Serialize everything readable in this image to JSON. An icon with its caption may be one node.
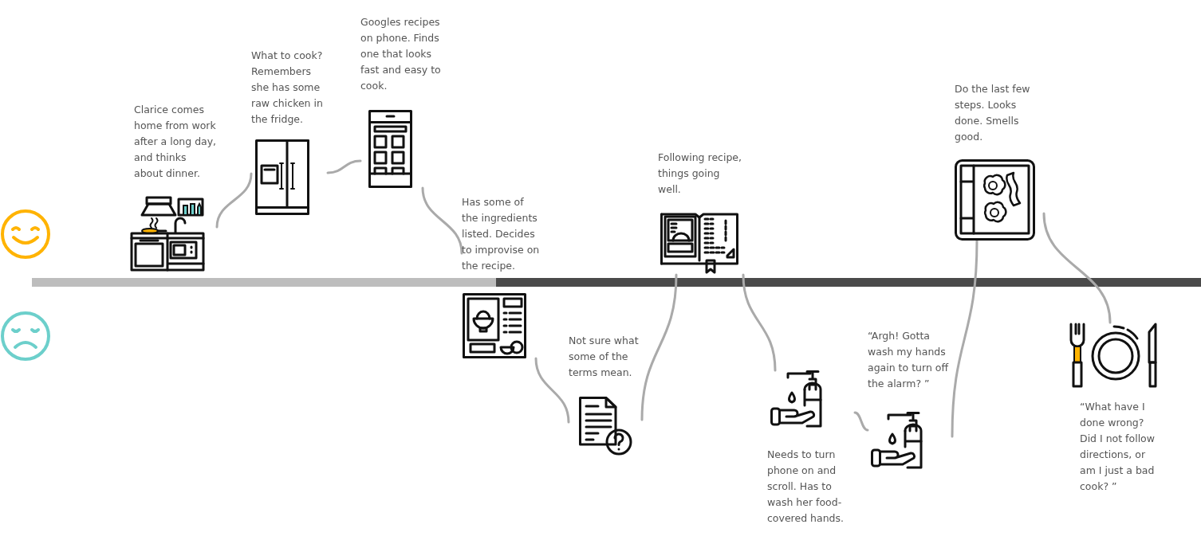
{
  "diagram": {
    "nodes": [
      {
        "text": [
          "Clarice comes home from work after a long day, and thinks about dinner."
        ]
      },
      {
        "text": [
          "What to cook? Remembers she has some raw chicken in the fridge."
        ]
      },
      {
        "text": [
          "Googles recipes on phone. Finds one that looks fast and easy to cook."
        ]
      },
      {
        "text": [
          "Has some of the ingredients listed. Decides to improvise on the recipe."
        ]
      },
      {
        "text": [
          "Not sure what some of the terms mean."
        ]
      },
      {
        "text": [
          "Following recipe, things going well."
        ]
      },
      {
        "text": [
          "Needs to turn phone on and scroll. Has to wash her food-covered hands."
        ]
      },
      {
        "text": [
          "“Argh! Gotta wash my hands again to turn off the alarm? ”"
        ]
      },
      {
        "text": [
          "Do the last few steps. Looks done. Smells good."
        ]
      },
      {
        "text": [
          "“What have I done wrong? Did I not follow directions, or am I just a bad cook? ”"
        ]
      }
    ],
    "edges": [
      {
        "from": 0,
        "to": 1,
        "arrow": "none"
      },
      {
        "from": 1,
        "to": 2,
        "arrow": "none"
      },
      {
        "from": 2,
        "to": 3,
        "arrow": "none"
      },
      {
        "from": 3,
        "to": 4,
        "arrow": "none"
      },
      {
        "from": 4,
        "to": 5,
        "arrow": "none"
      },
      {
        "from": 5,
        "to": 6,
        "arrow": "none"
      },
      {
        "from": 6,
        "to": 7,
        "arrow": "none"
      },
      {
        "from": 7,
        "to": 8,
        "arrow": "none"
      },
      {
        "from": 8,
        "to": 9,
        "arrow": "none"
      }
    ]
  }
}
